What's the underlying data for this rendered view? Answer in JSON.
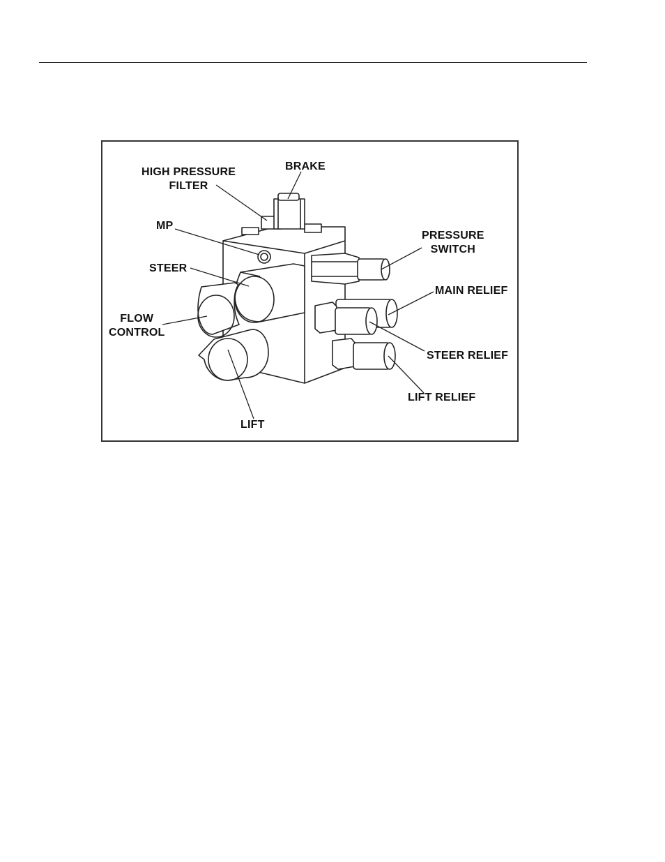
{
  "labels": {
    "high_pressure_filter": "HIGH PRESSURE\nFILTER",
    "brake": "BRAKE",
    "mp": "MP",
    "steer": "STEER",
    "flow_control": "FLOW\nCONTROL",
    "lift": "LIFT",
    "pressure_switch": "PRESSURE\nSWITCH",
    "main_relief": "MAIN RELIEF",
    "steer_relief": "STEER RELIEF",
    "lift_relief": "LIFT RELIEF"
  }
}
